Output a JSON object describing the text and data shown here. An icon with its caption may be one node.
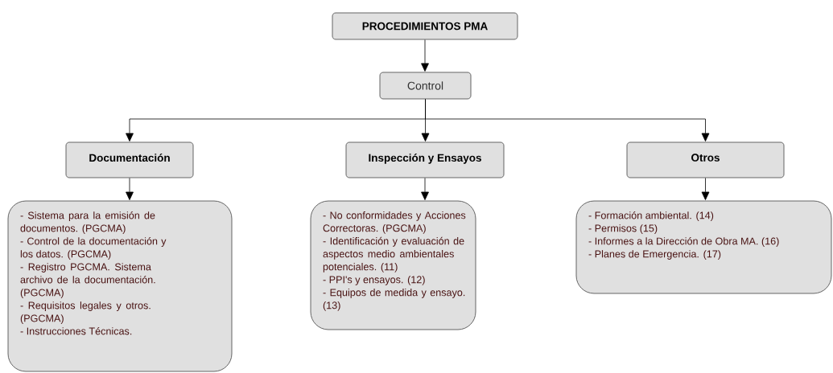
{
  "diagram": {
    "nodes": [
      {
        "text": [
          "PROCEDIMIENTOS PMA"
        ]
      },
      {
        "text": [
          "Control"
        ]
      },
      {
        "text": [
          "Documentación"
        ]
      },
      {
        "text": [
          "Inspección y Ensayos"
        ]
      },
      {
        "text": [
          "Otros"
        ]
      },
      {
        "text": [
          "- Sistema para la emisión de documentos. (PGCMA)",
          "- Control de la documentación y los datos. (PGCMA)",
          "- Registro PGCMA. Sistema archivo de la documentación. (PGCMA)",
          "- Requisitos legales y otros. (PGCMA)",
          "- Instrucciones Técnicas."
        ]
      },
      {
        "text": [
          "- No conformidades y Acciones Correctoras. (PGCMA)",
          "- Identificación y evaluación de aspectos medio ambientales potenciales. (11)",
          "- PPI's y ensayos. (12)",
          "- Equipos de medida y ensayo. (13)"
        ]
      },
      {
        "text": [
          "- Formación ambiental. (14)",
          "- Permisos (15)",
          "- Informes a la Dirección de Obra MA. (16)",
          "- Planes de Emergencia. (17)"
        ]
      }
    ],
    "edges": [
      {
        "from": 0,
        "to": 1,
        "arrow": "to"
      },
      {
        "from": 1,
        "to": 2,
        "arrow": "to"
      },
      {
        "from": 1,
        "to": 3,
        "arrow": "to"
      },
      {
        "from": 1,
        "to": 4,
        "arrow": "to"
      },
      {
        "from": 2,
        "to": 5,
        "arrow": "to"
      },
      {
        "from": 3,
        "to": 6,
        "arrow": "to"
      },
      {
        "from": 4,
        "to": 7,
        "arrow": "to"
      }
    ]
  }
}
